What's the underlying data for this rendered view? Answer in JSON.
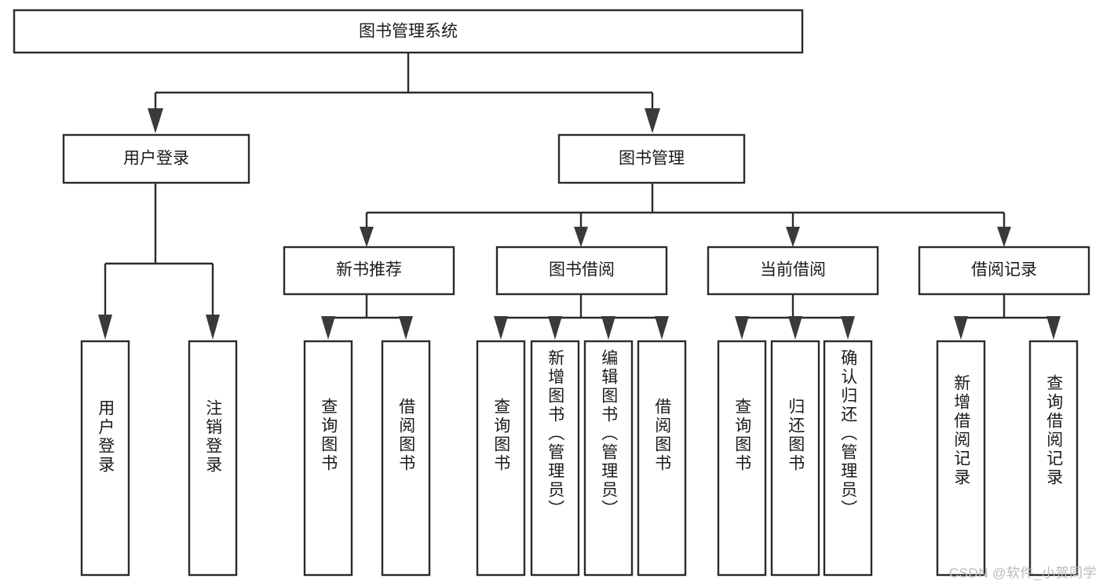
{
  "diagram": {
    "title": "图书管理系统",
    "type": "tree",
    "orientation": "top-down",
    "colors": {
      "box_stroke": "#2b2b2b",
      "box_fill": "#ffffff",
      "edge": "#2b2b2b",
      "text": "#1b1b1b",
      "watermark": "#b9b9b9",
      "background": "#ffffff"
    },
    "root": {
      "label": "图书管理系统"
    },
    "level2": [
      {
        "label": "用户登录"
      },
      {
        "label": "图书管理"
      }
    ],
    "level3": [
      {
        "label": "新书推荐"
      },
      {
        "label": "图书借阅"
      },
      {
        "label": "当前借阅"
      },
      {
        "label": "借阅记录"
      }
    ],
    "leaves": {
      "user_login": [
        {
          "label": "用户登录"
        },
        {
          "label": "注销登录"
        }
      ],
      "new_book_recommend": [
        {
          "label": "查询图书"
        },
        {
          "label": "借阅图书"
        }
      ],
      "book_borrow": [
        {
          "label": "查询图书"
        },
        {
          "label": "新增图书（管理员）"
        },
        {
          "label": "编辑图书（管理员）"
        },
        {
          "label": "借阅图书"
        }
      ],
      "current_borrow": [
        {
          "label": "查询图书"
        },
        {
          "label": "归还图书"
        },
        {
          "label": "确认归还（管理员）"
        }
      ],
      "borrow_record": [
        {
          "label": "新增借阅记录"
        },
        {
          "label": "查询借阅记录"
        }
      ]
    }
  },
  "watermark": {
    "text": "CSDN @软件_小贺同学"
  }
}
